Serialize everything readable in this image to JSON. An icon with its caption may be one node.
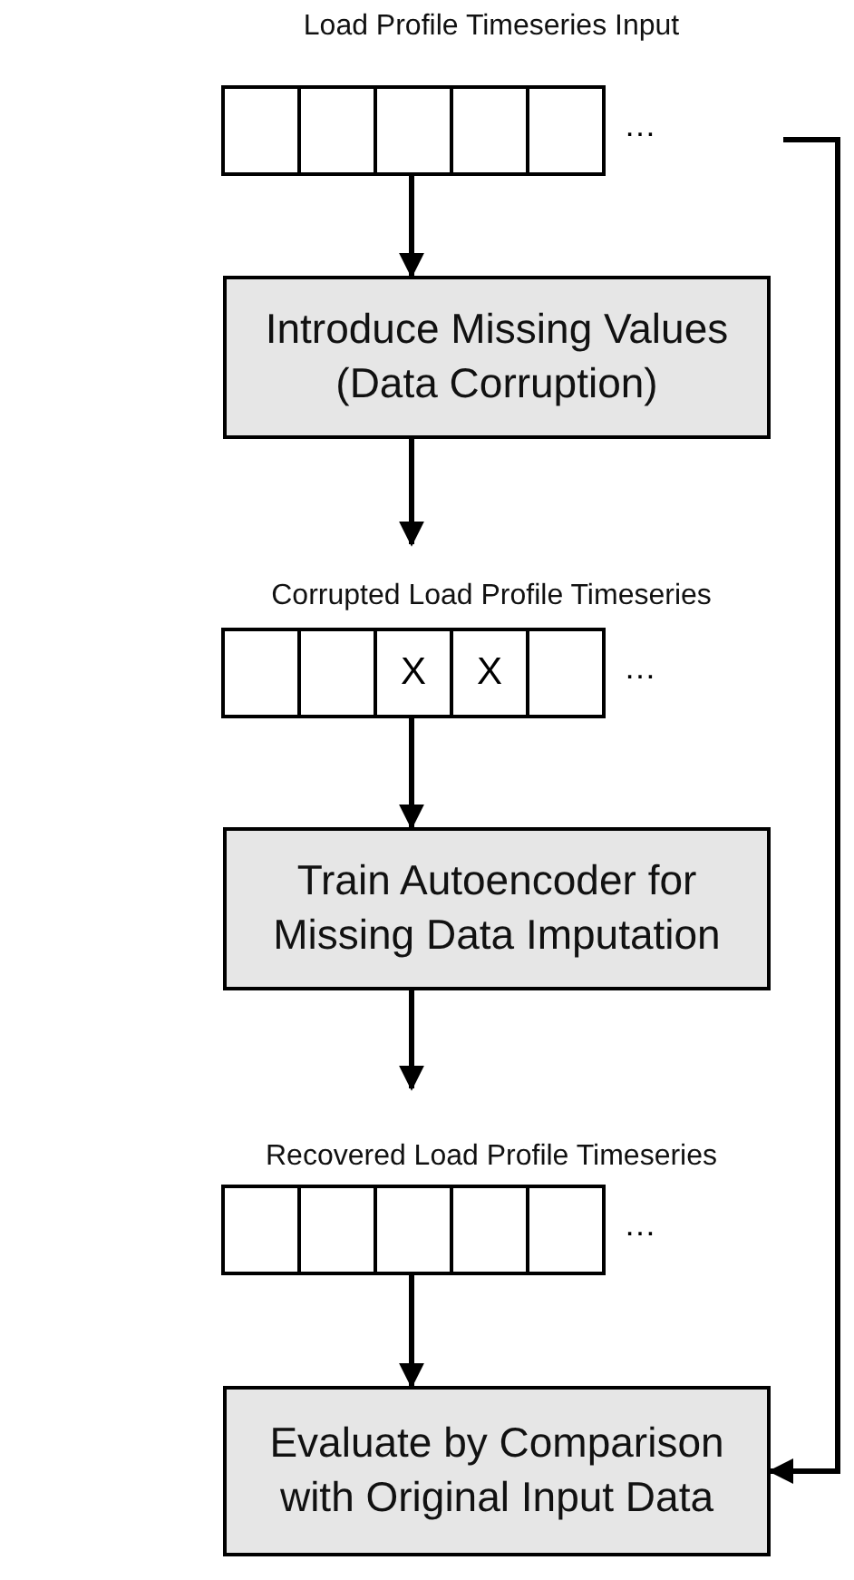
{
  "diagram": {
    "nodes": [
      {
        "text": [
          "Load Profile Timeseries Input"
        ],
        "beside": [
          "…"
        ]
      },
      {
        "text": [],
        "shape": "box",
        "in": 0
      },
      {
        "text": [],
        "shape": "box",
        "in": 0
      },
      {
        "text": [],
        "shape": "box",
        "in": 0
      },
      {
        "text": [],
        "shape": "box",
        "in": 0
      },
      {
        "text": [],
        "shape": "box",
        "in": 0
      },
      {
        "text": [
          "Introduce Missing Values (Data Corruption)"
        ]
      },
      {
        "text": [
          "Corrupted Load Profile Timeseries"
        ],
        "beside": [
          "…"
        ]
      },
      {
        "text": [],
        "shape": "box",
        "in": 7
      },
      {
        "text": [],
        "shape": "box",
        "in": 7
      },
      {
        "text": [
          "X"
        ],
        "in": 7
      },
      {
        "text": [
          "X"
        ],
        "in": 7
      },
      {
        "text": [],
        "shape": "box",
        "in": 7
      },
      {
        "text": [
          "Train Autoencoder for Missing Data Imputation"
        ]
      },
      {
        "text": [
          "Recovered Load Profile Timeseries"
        ],
        "beside": [
          "…"
        ]
      },
      {
        "text": [],
        "shape": "box",
        "in": 14
      },
      {
        "text": [],
        "shape": "box",
        "in": 14
      },
      {
        "text": [],
        "shape": "box",
        "in": 14
      },
      {
        "text": [],
        "shape": "box",
        "in": 14
      },
      {
        "text": [],
        "shape": "box",
        "in": 14
      },
      {
        "text": [
          "Evaluate by Comparison with Original Input Data"
        ]
      }
    ],
    "edges": [
      {
        "from": 0,
        "to": 6,
        "arrow": "to"
      },
      {
        "from": 6,
        "to": 7,
        "arrow": "to"
      },
      {
        "from": 7,
        "to": 13,
        "arrow": "to"
      },
      {
        "from": 13,
        "to": 14,
        "arrow": "to"
      },
      {
        "from": 14,
        "to": 20,
        "arrow": "to"
      },
      {
        "from": 0,
        "to": 20,
        "arrow": "to"
      }
    ]
  }
}
